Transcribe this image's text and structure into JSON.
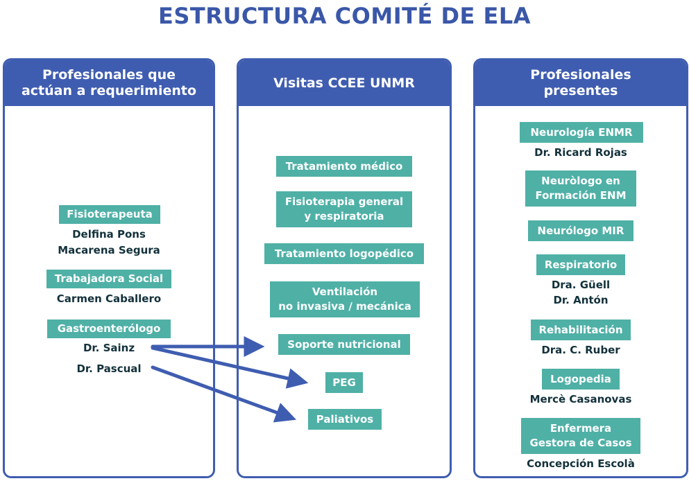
{
  "title": "ESTRUCTURA COMITÉ DE ELA",
  "colors": {
    "brand_blue": "#3f5db0",
    "teal": "#4fb0a6",
    "name_text": "#13313b"
  },
  "panels": {
    "left": {
      "header": [
        "Profesionales que",
        "actúan a requerimiento"
      ],
      "groups": [
        {
          "role": "Fisioterapeuta",
          "people": [
            "Delfina Pons",
            "Macarena Segura"
          ]
        },
        {
          "role": "Trabajadora Social",
          "people": [
            "Carmen Caballero"
          ]
        },
        {
          "role": "Gastroenterólogo",
          "people": [
            "Dr. Sainz",
            "Dr. Pascual"
          ]
        }
      ]
    },
    "center": {
      "header": "Visitas CCEE UNMR",
      "services": [
        [
          "Tratamiento médico"
        ],
        [
          "Fisioterapia general",
          "y respiratoria"
        ],
        [
          "Tratamiento logopédico"
        ],
        [
          "Ventilación",
          "no invasiva / mecánica"
        ],
        [
          "Soporte nutricional"
        ],
        [
          "PEG"
        ],
        [
          "Paliativos"
        ]
      ]
    },
    "right": {
      "header": [
        "Profesionales",
        "presentes"
      ],
      "groups": [
        {
          "role": [
            "Neurología ENMR"
          ],
          "people": [
            "Dr. Ricard Rojas"
          ]
        },
        {
          "role": [
            "Neuròlogo en",
            "Formación ENM"
          ],
          "people": []
        },
        {
          "role": [
            "Neurólogo MIR"
          ],
          "people": []
        },
        {
          "role": [
            "Respiratorio"
          ],
          "people": [
            "Dra. Güell",
            "Dr. Antón"
          ]
        },
        {
          "role": [
            "Rehabilitación"
          ],
          "people": [
            "Dra. C. Ruber"
          ]
        },
        {
          "role": [
            "Logopedia"
          ],
          "people": [
            "Mercè Casanovas"
          ]
        },
        {
          "role": [
            "Enfermera",
            "Gestora de Casos"
          ],
          "people": [
            "Concepción Escolà"
          ]
        }
      ]
    }
  },
  "connections": [
    {
      "from": "Dr. Sainz",
      "to": "Soporte nutricional"
    },
    {
      "from": "Dr. Sainz",
      "to": "PEG"
    },
    {
      "from": "Dr. Pascual",
      "to": "Paliativos"
    }
  ]
}
